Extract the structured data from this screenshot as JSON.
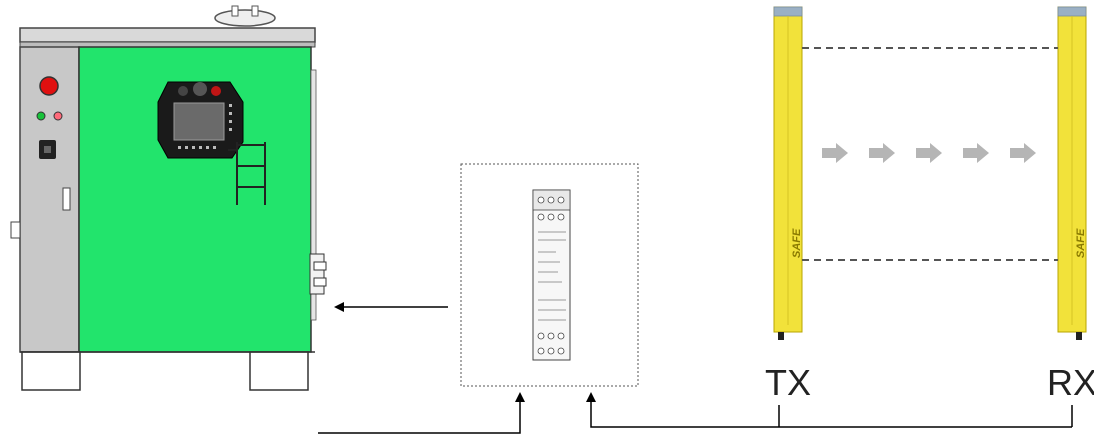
{
  "labels": {
    "transmitter": "TX",
    "receiver": "RX",
    "light_curtain_brand": "SAFE"
  },
  "colors": {
    "cabinet_door": "#22e46c",
    "cabinet_side": "#c8c8c8",
    "light_curtain": "#f2e23a",
    "beam_arrow": "#b5b5b5",
    "wiring": "#000000"
  },
  "icons": [
    "estop-button-icon",
    "green-indicator-icon",
    "red-indicator-icon",
    "key-switch-icon",
    "teach-pendant-icon",
    "safety-relay-icon"
  ]
}
